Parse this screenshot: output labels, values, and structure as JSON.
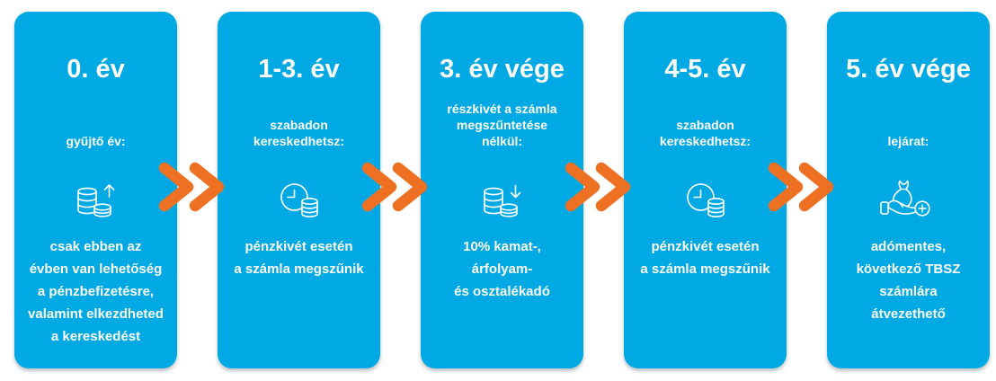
{
  "colors": {
    "card_bg": "#00a9e4",
    "arrow": "#ee7123",
    "text": "#ffffff"
  },
  "arrow_icon": "double-chevron-right-icon",
  "cards": [
    {
      "title": "0. év",
      "subtitle": "gyűjtő év:",
      "icon": "coins-up-icon",
      "body": "csak ebben az\névben van lehetőség\na pénzbefizetésre,\nvalamint elkezdheted\na kereskedést"
    },
    {
      "title": "1-3. év",
      "subtitle": "szabadon\nkereskedhetsz:",
      "icon": "clock-coins-icon",
      "body": "pénzkivét esetén\na számla megszűnik"
    },
    {
      "title": "3. év vége",
      "subtitle": "részkivét a számla\nmegszűntetése\nnélkül:",
      "icon": "coins-down-icon",
      "body": "10% kamat-,\nárfolyam-\nés osztalékadó"
    },
    {
      "title": "4-5. év",
      "subtitle": "szabadon\nkereskedhetsz:",
      "icon": "clock-coins-icon",
      "body": "pénzkivét esetén\na számla megszűnik"
    },
    {
      "title": "5. év vége",
      "subtitle": "lejárat:",
      "icon": "money-bag-hand-icon",
      "body": "adómentes,\nkövetkező TBSZ\nszámlára\nátvezethető"
    }
  ]
}
